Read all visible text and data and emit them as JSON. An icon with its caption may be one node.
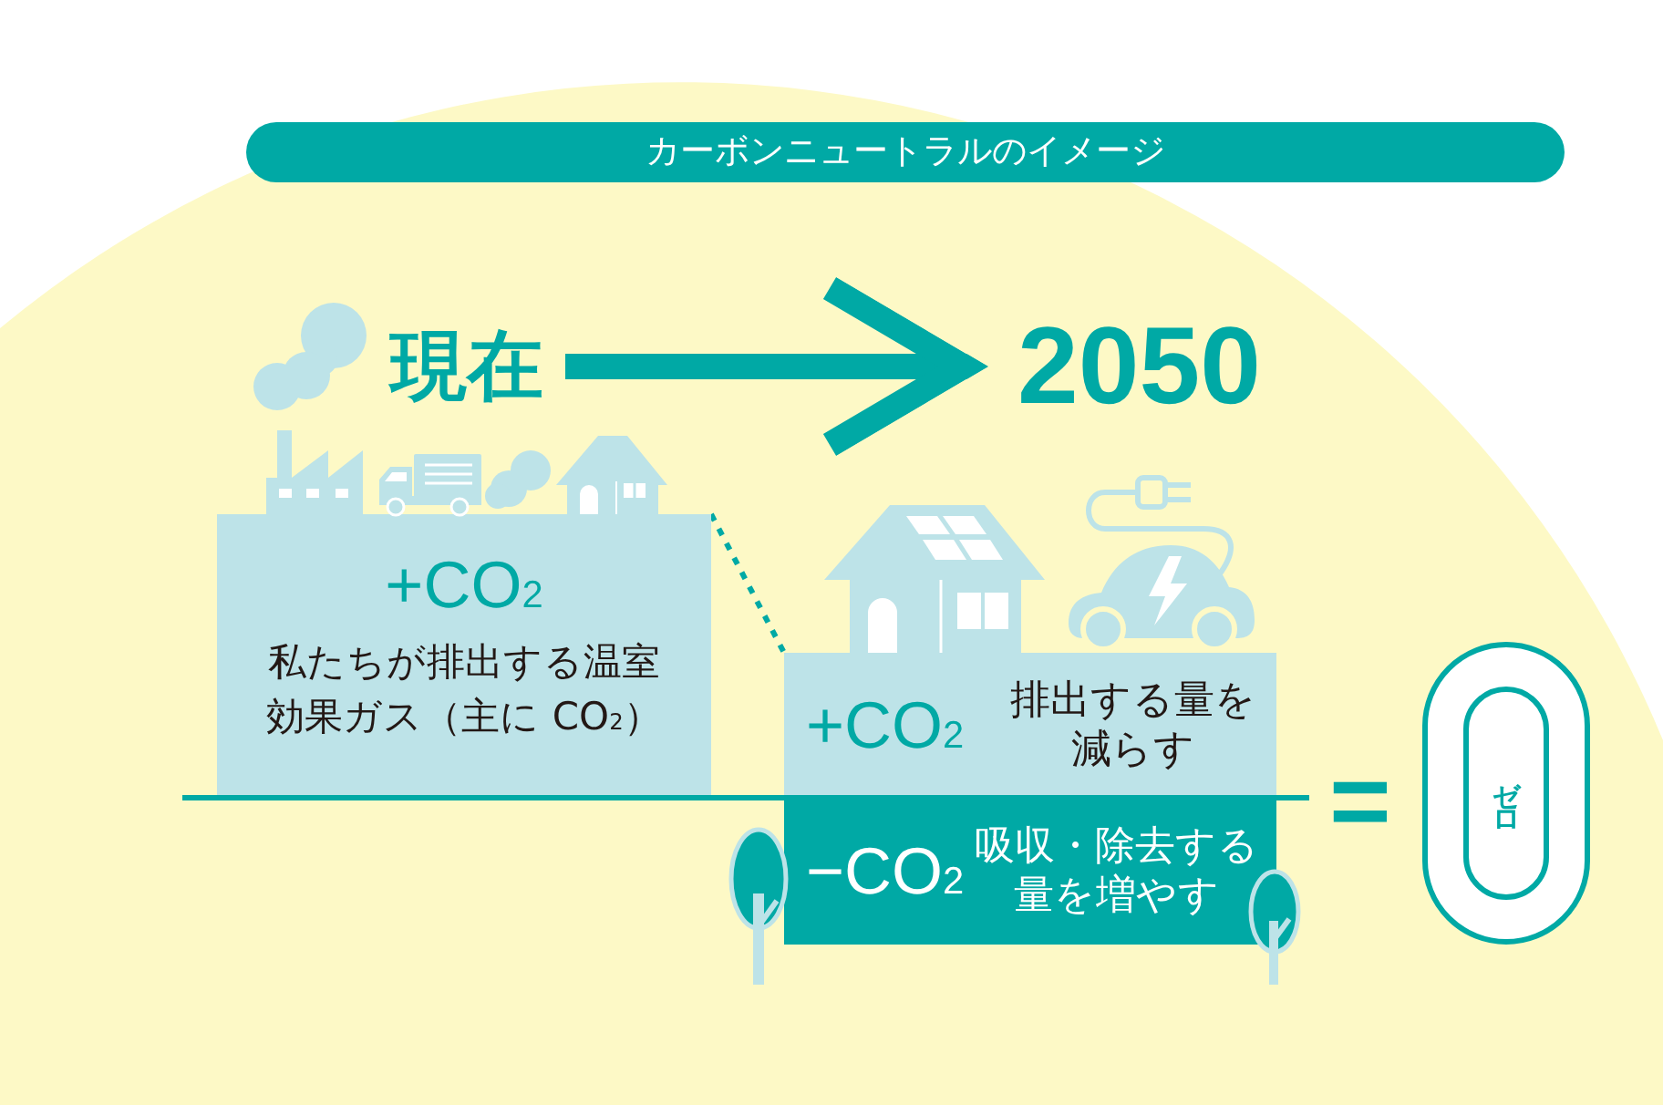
{
  "diagram": {
    "title": "カーボンニュートラルのイメージ",
    "nodes": [
      {
        "text": [
          "現在"
        ]
      },
      {
        "text": [
          "2050"
        ]
      },
      {
        "text": [
          "+CO$_{2}$",
          "私たちが排出する温室効果ガス（主に CO$_{2}$）"
        ]
      },
      {
        "text": [
          "+CO$_{2}$",
          "排出する量を減らす"
        ]
      },
      {
        "text": [
          "−CO$_{2}$",
          "吸収・除去する量を増やす"
        ]
      },
      {
        "text": [
          "ゼロ"
        ]
      }
    ],
    "edges": [
      {
        "from": 0,
        "to": 1,
        "arrow": "to",
        "style": "thick"
      },
      {
        "from": 2,
        "to": 3,
        "arrow": "none",
        "style": "dashed"
      }
    ],
    "labels": [
      "="
    ]
  }
}
